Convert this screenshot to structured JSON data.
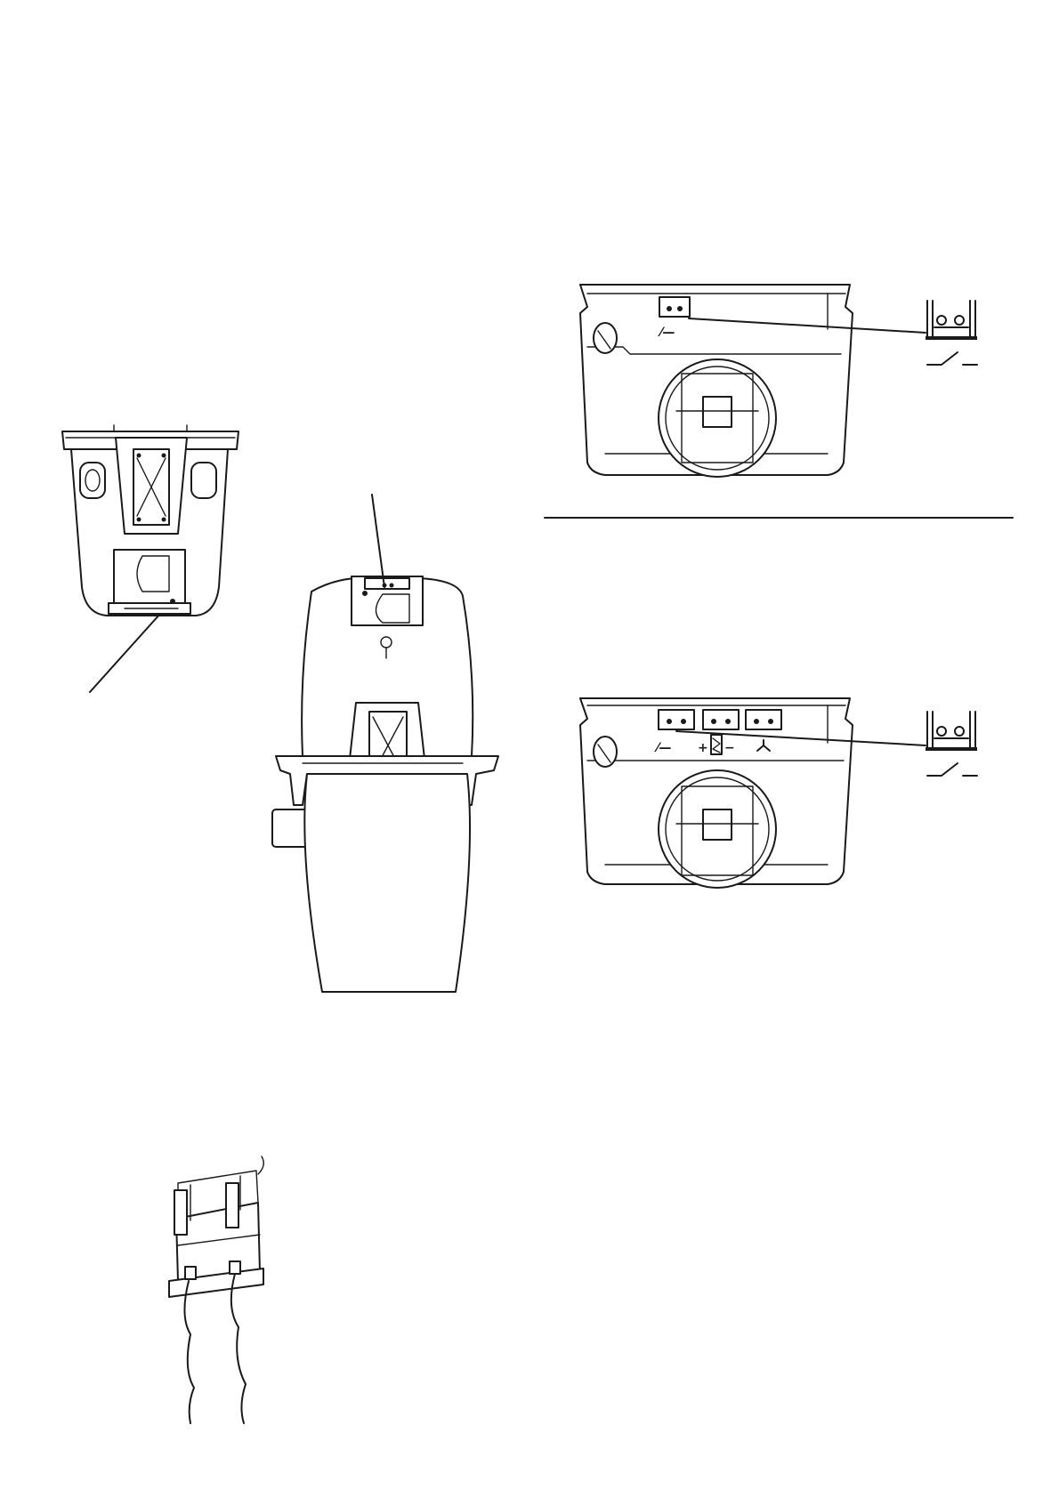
{
  "figure": {
    "views": [
      "unit-rear-view-small",
      "unit-side-view-tall",
      "terminal-panel-single",
      "terminal-panel-triple",
      "connector-closeup"
    ],
    "terminal_symbols": {
      "switch": "⁄—",
      "plus": "+",
      "minus": "−",
      "fan": "⅄"
    }
  }
}
